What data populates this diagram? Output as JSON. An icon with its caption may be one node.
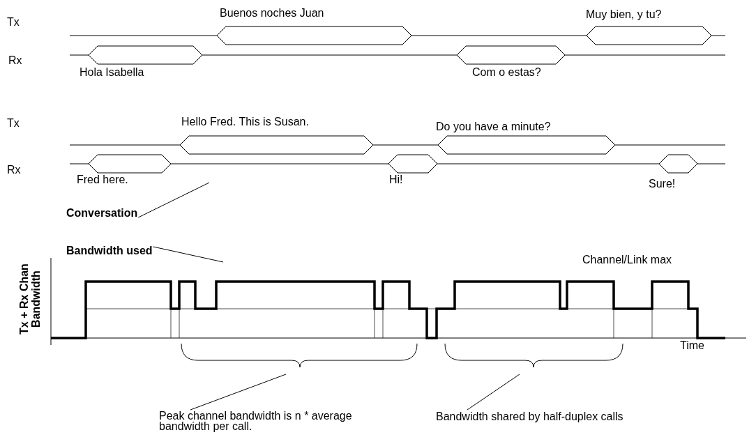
{
  "diagram": {
    "nodes": [
      {
        "text": [
          "Conversation"
        ]
      },
      {
        "text": [
          "Bandwidth used"
        ]
      },
      {
        "text": [
          "Peak channel bandwidth is n * average bandwidth per call."
        ]
      },
      {
        "text": [
          "Bandwidth shared by half-duplex calls"
        ]
      }
    ],
    "edges": [
      {
        "from": 0,
        "to": null,
        "arrow": "none"
      },
      {
        "from": 1,
        "to": null,
        "arrow": "none"
      },
      {
        "from": 2,
        "to": null,
        "arrow": "none"
      },
      {
        "from": 3,
        "to": null,
        "arrow": "none"
      }
    ],
    "labels": [
      "Tx",
      "Buenos noches Juan",
      "Muy bien, y tu?",
      "Rx",
      "Hola Isabella",
      "Com o estas?",
      "Tx",
      "Hello Fred. This is Susan.",
      "Do you have a minute?",
      "Rx",
      "Fred here.",
      "Hi!",
      "Sure!",
      "Tx + Rx Chan Bandwidth",
      "Channel/Link max",
      "Time"
    ]
  }
}
